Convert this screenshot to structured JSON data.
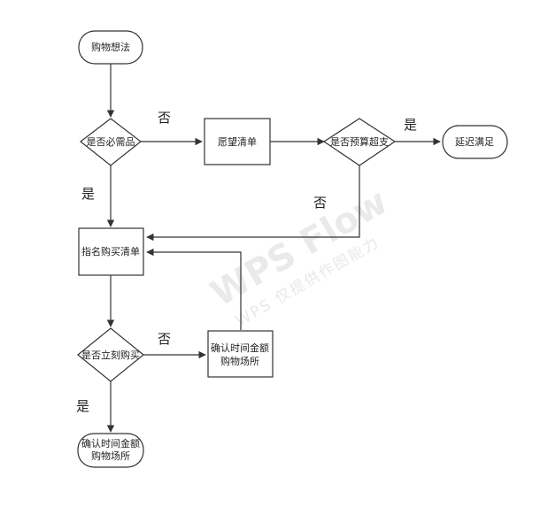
{
  "nodes": {
    "start": "购物想法",
    "need": "是否必需品",
    "wishlist": "愿望清单",
    "budget": "是否预算超支",
    "delay": "延迟满足",
    "named_list": "指名购买清单",
    "buy_now": "是否立刻购买",
    "confirm_mid": [
      "确认时间金额",
      "购物场所"
    ],
    "confirm_end": [
      "确认时间金额",
      "购物场所"
    ]
  },
  "edge_labels": {
    "need_no": "否",
    "need_yes": "是",
    "budget_yes": "是",
    "budget_no": "否",
    "buy_no": "否",
    "buy_yes": "是"
  },
  "watermark": {
    "brand": "WPS Flow",
    "note": "WPS 仅提供作图能力"
  },
  "colors": {
    "stroke": "#333333",
    "fill": "#ffffff",
    "watermark": "#d9d9d9"
  }
}
